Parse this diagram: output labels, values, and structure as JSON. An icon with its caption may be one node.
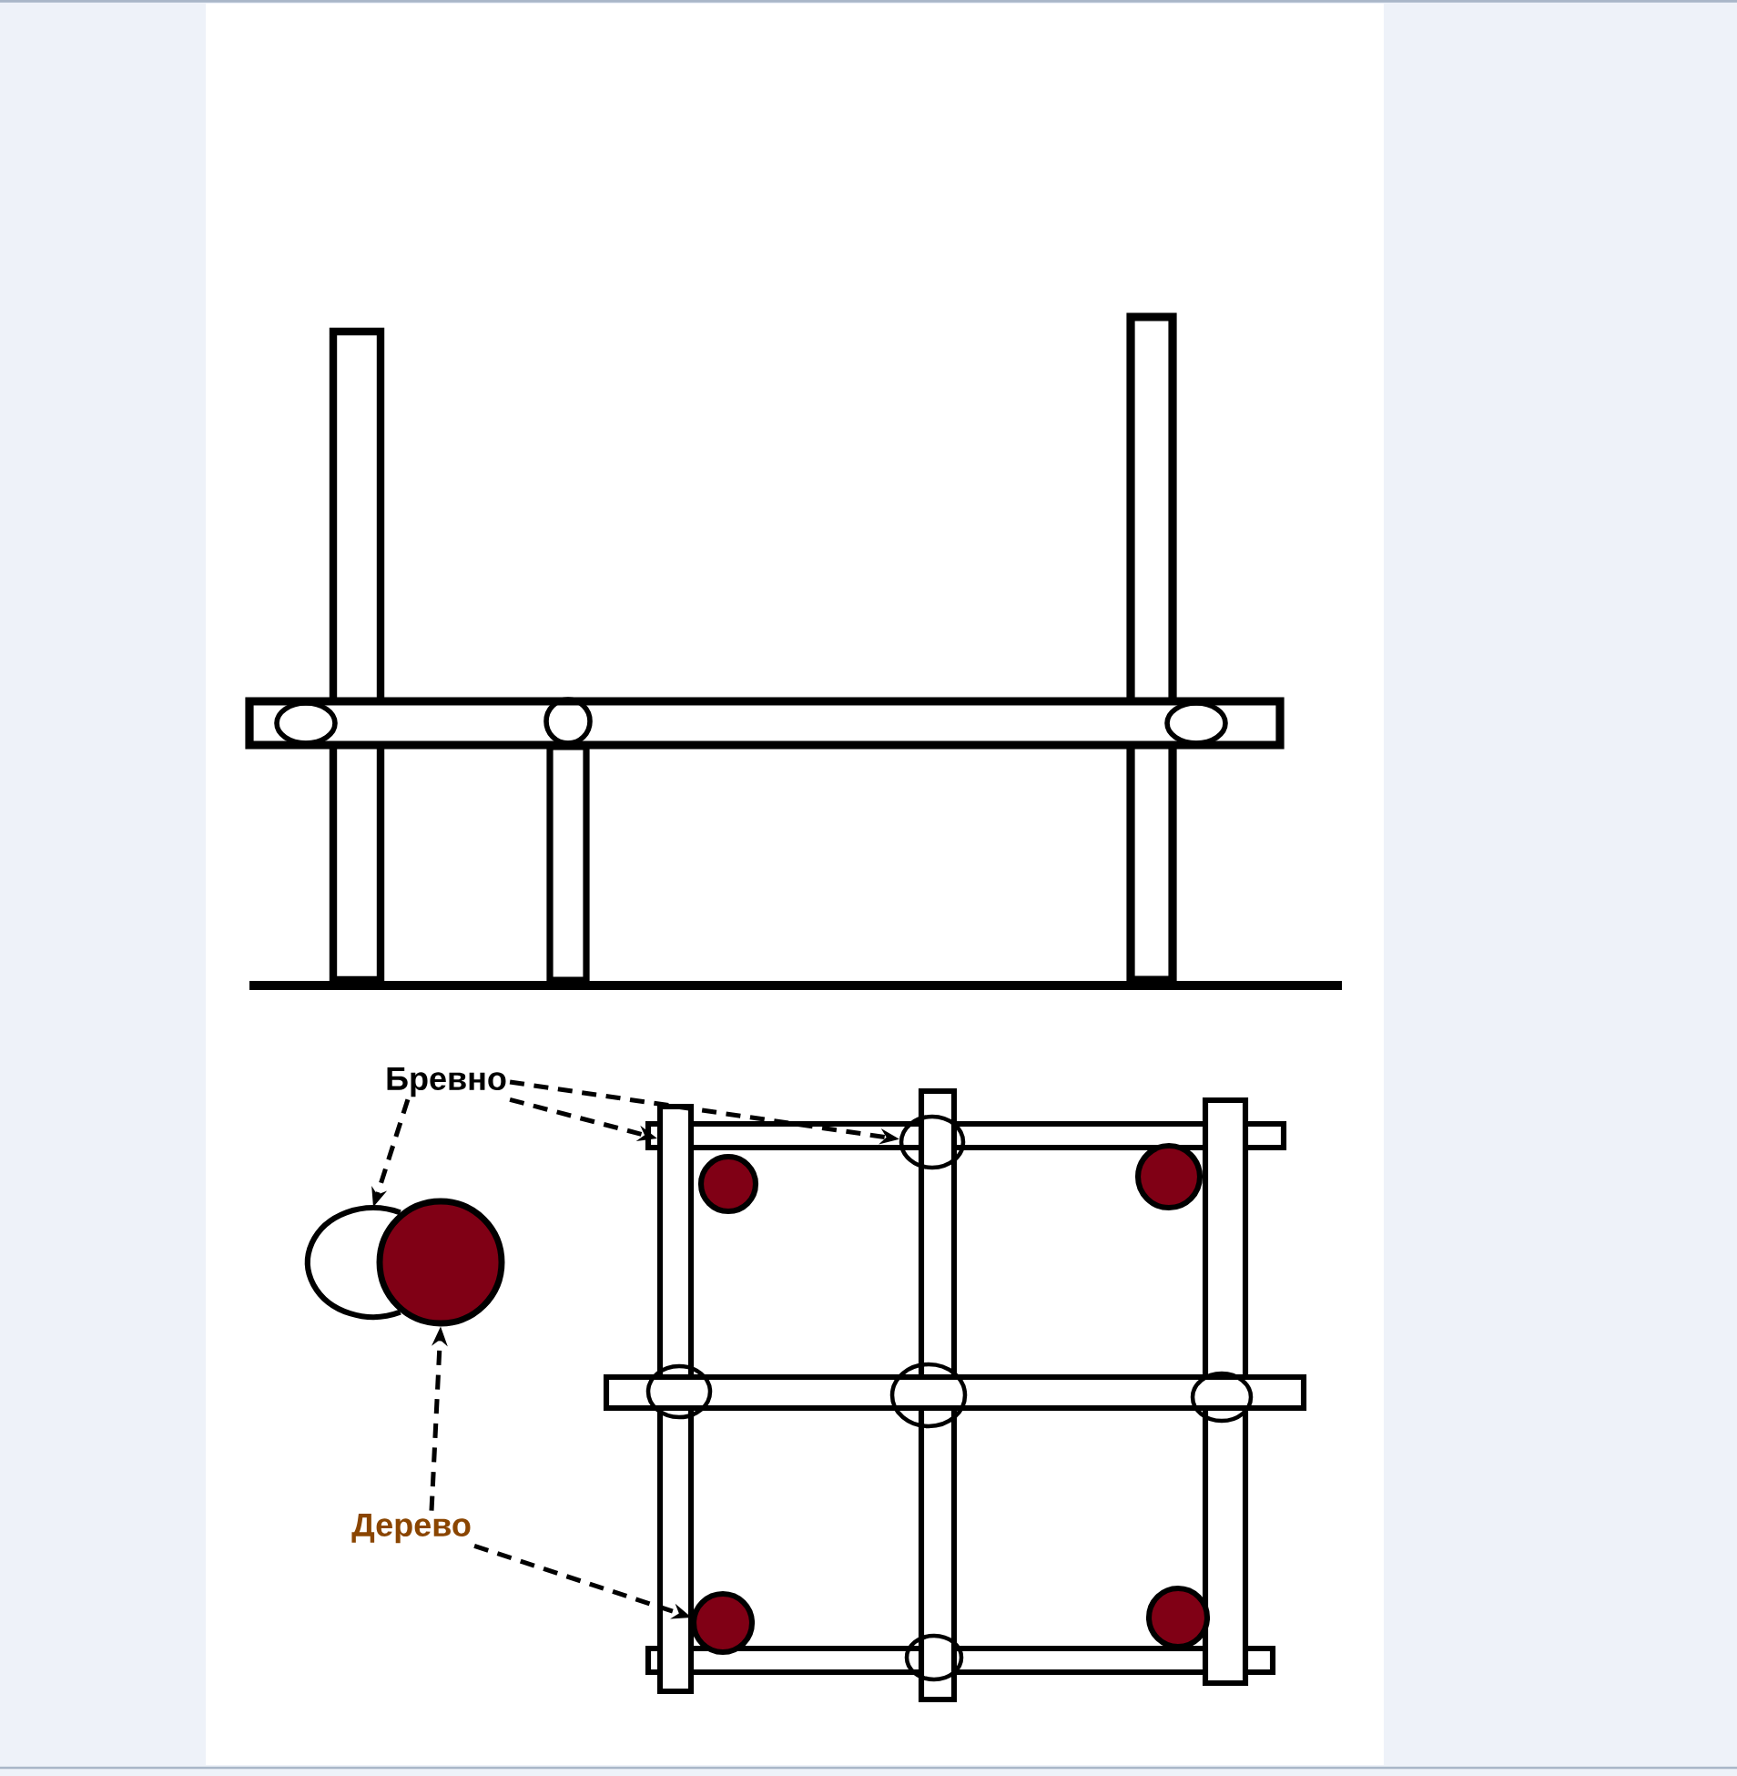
{
  "diagram": {
    "nodes": [
      {
        "text": [
          "Бревно"
        ]
      },
      {
        "text": [],
        "shape": "bar"
      },
      {
        "text": [],
        "shape": "bar"
      },
      {
        "text": [],
        "shape": "bar"
      },
      {
        "text": [],
        "shape": "bar"
      },
      {
        "text": [],
        "shape": "ellipse"
      },
      {
        "text": [],
        "shape": "circle"
      },
      {
        "text": [],
        "shape": "circle"
      },
      {
        "text": [],
        "shape": "ellipse"
      },
      {
        "text": [],
        "shape": "circle"
      },
      {
        "text": [],
        "shape": "bar"
      },
      {
        "text": [],
        "shape": "ellipse"
      },
      {
        "text": [],
        "shape": "ellipse"
      },
      {
        "text": [],
        "shape": "ellipse"
      },
      {
        "text": [
          "Дерево"
        ]
      },
      {
        "text": [],
        "shape": "circle"
      },
      {
        "text": [],
        "shape": "circle"
      },
      {
        "text": [],
        "shape": "bar"
      },
      {
        "text": [],
        "shape": "ellipse"
      }
    ],
    "edges": [
      {
        "from": 0,
        "to": 1,
        "arrow": "to",
        "style": "dashed"
      },
      {
        "from": 0,
        "to": 5,
        "arrow": "to",
        "style": "dashed"
      },
      {
        "from": 0,
        "to": 8,
        "arrow": "to",
        "style": "dashed"
      },
      {
        "from": 14,
        "to": 9,
        "arrow": "to",
        "style": "dashed"
      },
      {
        "from": 14,
        "to": 15,
        "arrow": "to",
        "style": "dashed"
      }
    ]
  }
}
